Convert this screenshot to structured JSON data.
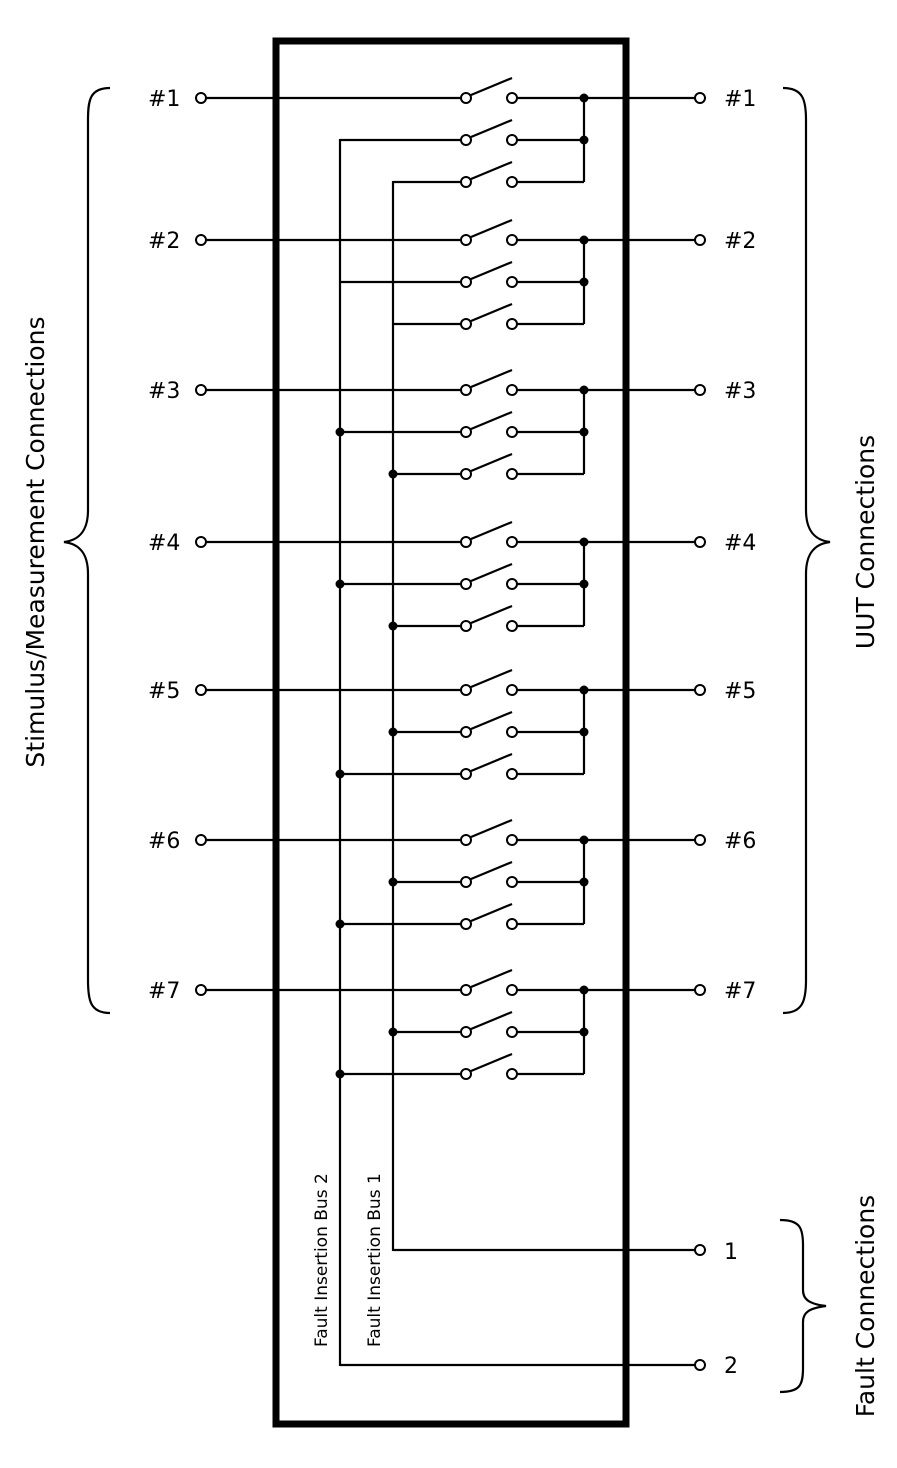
{
  "groups": {
    "left": "Stimulus/Measurement Connections",
    "right": "UUT Connections",
    "fault": "Fault Connections"
  },
  "channels": [
    {
      "left": "#1",
      "right": "#1",
      "buses": [
        2,
        1
      ],
      "left_dots": false
    },
    {
      "left": "#2",
      "right": "#2",
      "buses": [
        2,
        1
      ],
      "left_dots": false
    },
    {
      "left": "#3",
      "right": "#3",
      "buses": [
        2,
        1
      ],
      "left_dots": true
    },
    {
      "left": "#4",
      "right": "#4",
      "buses": [
        2,
        1
      ],
      "left_dots": true
    },
    {
      "left": "#5",
      "right": "#5",
      "buses": [
        1,
        2
      ],
      "left_dots": true
    },
    {
      "left": "#6",
      "right": "#6",
      "buses": [
        1,
        2
      ],
      "left_dots": true
    },
    {
      "left": "#7",
      "right": "#7",
      "buses": [
        1,
        2
      ],
      "left_dots": true
    }
  ],
  "buses": {
    "bus1": "Fault Insertion Bus 1",
    "bus2": "Fault Insertion Bus 2"
  },
  "fault_terminals": {
    "t1": "1",
    "t2": "2"
  }
}
